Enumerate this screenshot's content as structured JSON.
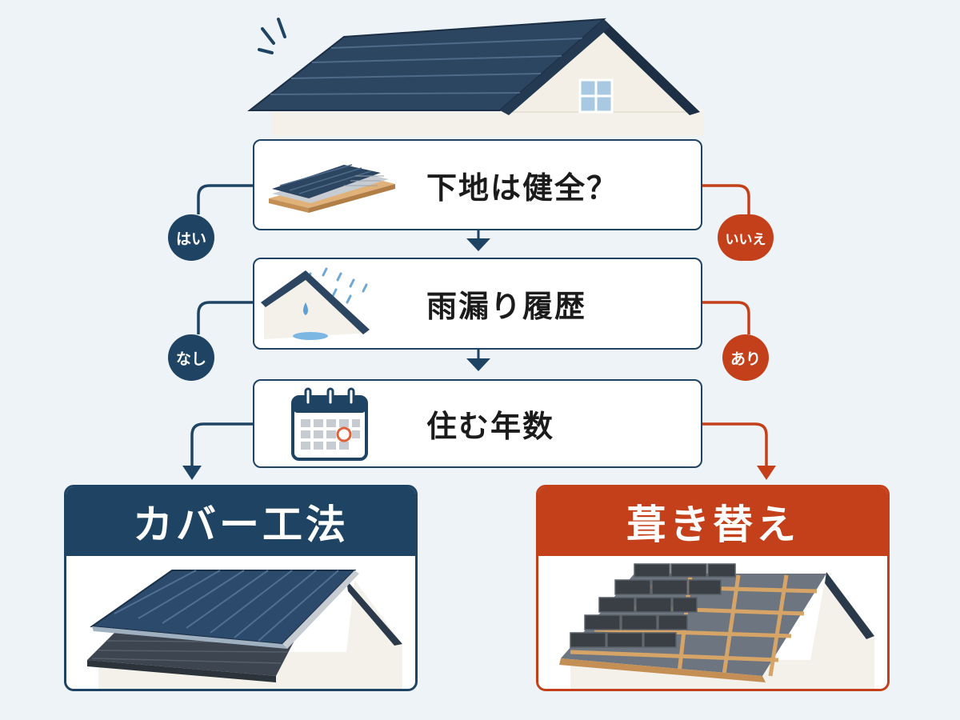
{
  "questions": [
    {
      "label": "下地は健全？",
      "yes_label": "はい",
      "no_label": "いいえ"
    },
    {
      "label": "雨漏り履歴",
      "yes_label": "なし",
      "no_label": "あり"
    },
    {
      "label": "住む年数"
    }
  ],
  "results": {
    "cover": {
      "title": "カバー工法"
    },
    "reroof": {
      "title": "葺き替え"
    }
  },
  "colors": {
    "navy": "#1f4463",
    "red": "#c4401a",
    "background": "#eef3f8",
    "roof": "#2c4560"
  }
}
